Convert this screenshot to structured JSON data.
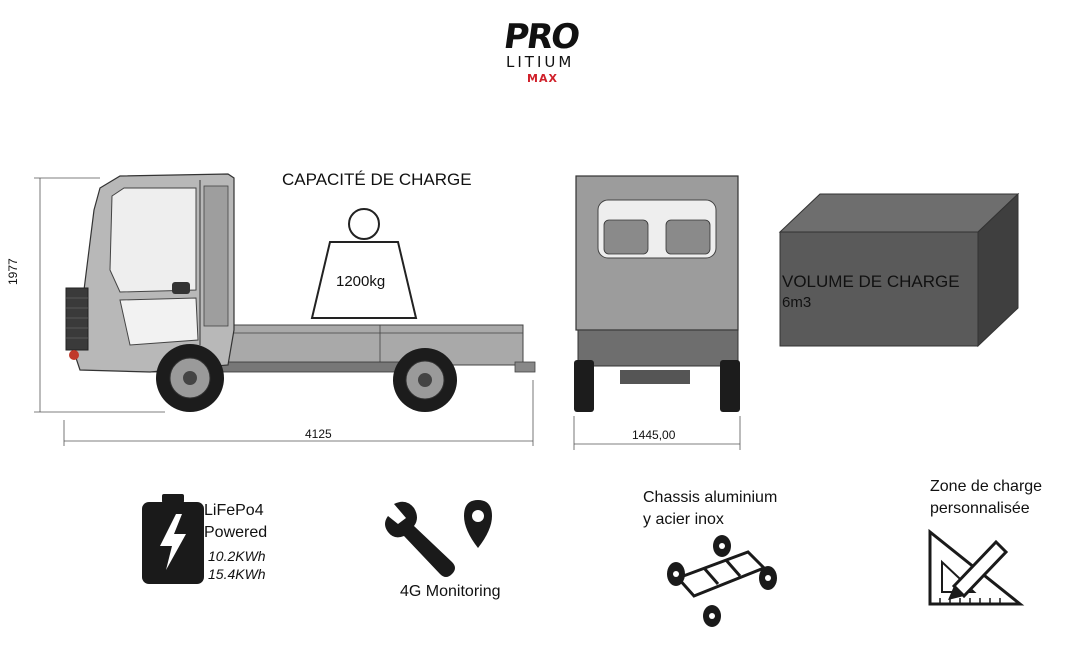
{
  "logo": {
    "brand": "PRO",
    "line2": "LITIUM",
    "line3": "MAX",
    "accent_color": "#d0202a"
  },
  "side_view": {
    "height_dim": "1977",
    "length_dim": "4125",
    "capacity_title": "CAPACITÉ DE CHARGE",
    "weight_label": "1200kg"
  },
  "rear_view": {
    "width_dim": "1445,00"
  },
  "cargo_volume": {
    "label": "VOLUME DE CHARGE",
    "value": "6m3",
    "box_color": "#555555"
  },
  "features": {
    "battery": {
      "icon": "battery-charging-icon",
      "line1": "LiFePo4",
      "line2": "Powered",
      "spec1": "10.2KWh",
      "spec2": "15.4KWh"
    },
    "monitoring": {
      "icon": "wrench-location-icon",
      "label": "4G Monitoring"
    },
    "chassis": {
      "icon": "chassis-icon",
      "line1": "Chassis aluminium",
      "line2": "y acier inox"
    },
    "cargo_zone": {
      "icon": "set-square-pencil-icon",
      "line1": "Zone de charge",
      "line2": "personnalisée"
    }
  }
}
